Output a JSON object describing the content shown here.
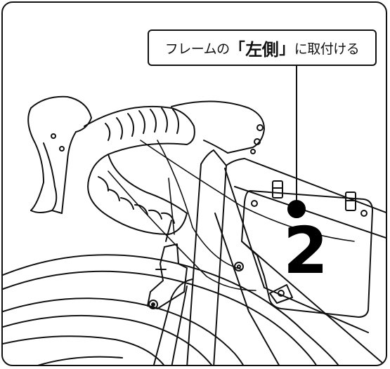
{
  "callout": {
    "prefix": "フレームの",
    "open_bracket": "「",
    "emphasis": "左側",
    "close_bracket": "」",
    "suffix": "に取付ける"
  },
  "plate": {
    "number": "2"
  },
  "icons": {
    "plate_bolt": "filled-circle",
    "illustration": "bicycle-front-frame-line-drawing"
  },
  "colors": {
    "line": "#111111",
    "background": "#ffffff",
    "marker": "#000000"
  }
}
